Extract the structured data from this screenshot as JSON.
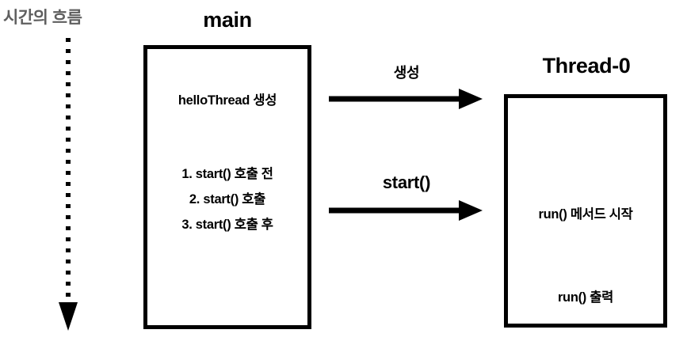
{
  "diagram": {
    "title_hidden": "",
    "time_axis": {
      "label": "시간의 흐름",
      "color": "#5f5f5f",
      "icon": "dotted-down-arrow-icon"
    },
    "lanes": [
      {
        "id": "main",
        "title": "main",
        "entries": [
          "helloThread 생성",
          "1. start() 호출 전",
          "2. start() 호출",
          "3. start() 호출 후"
        ]
      },
      {
        "id": "thread-0",
        "title": "Thread-0",
        "entries": [
          "run() 메서드 시작",
          "run() 출력"
        ]
      }
    ],
    "arrows": [
      {
        "id": "create",
        "label": "생성",
        "from": "main",
        "to": "thread-0"
      },
      {
        "id": "start",
        "label": "start()",
        "from": "main",
        "to": "thread-0"
      }
    ],
    "colors": {
      "stroke": "#000000",
      "background": "#ffffff",
      "muted": "#5f5f5f"
    }
  }
}
